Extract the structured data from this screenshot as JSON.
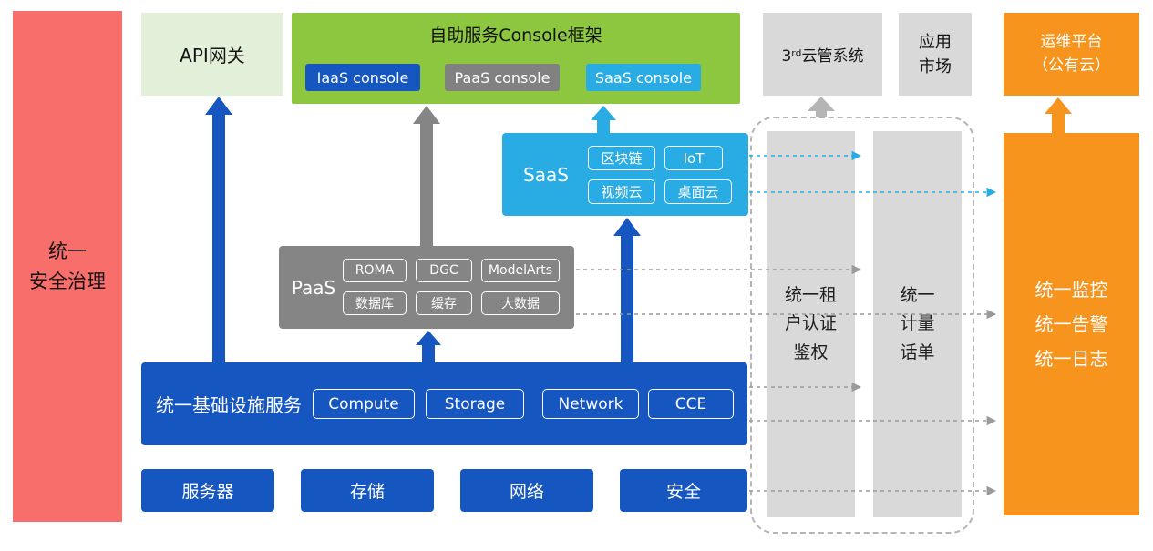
{
  "colors": {
    "security_red": "#f86e6b",
    "api_gateway_green": "#e2f0d9",
    "console_green": "#8dc63f",
    "primary_blue": "#1656c1",
    "paas_gray": "#858585",
    "light_gray": "#d9d9d9",
    "saas_cyan": "#29ace3",
    "om_orange": "#f7941d"
  },
  "nodes": {
    "security": "统一\n安全治理",
    "api_gateway": "API网关",
    "console": {
      "title": "自助服务Console框架",
      "iaas": "IaaS console",
      "paas": "PaaS console",
      "saas": "SaaS console"
    },
    "third_party_cmp": "3ʳᵈ云管系统",
    "app_market": "应用\n市场",
    "om_platform": "运维平台\n（公有云）",
    "saas": {
      "label": "SaaS",
      "items": [
        "区块链",
        "IoT",
        "视频云",
        "桌面云"
      ]
    },
    "paas": {
      "label": "PaaS",
      "items": [
        "ROMA",
        "DGC",
        "ModelArts",
        "数据库",
        "缓存",
        "大数据"
      ]
    },
    "infra": {
      "label": "统一基础设施服务",
      "items": [
        "Compute",
        "Storage",
        "Network",
        "CCE"
      ]
    },
    "hardware": [
      "服务器",
      "存储",
      "网络",
      "安全"
    ],
    "tenant_auth": "统一租\n户认证\n鉴权",
    "metering": "统一\n计量\n话单",
    "monitoring": "统一监控\n统一告警\n统一日志"
  }
}
